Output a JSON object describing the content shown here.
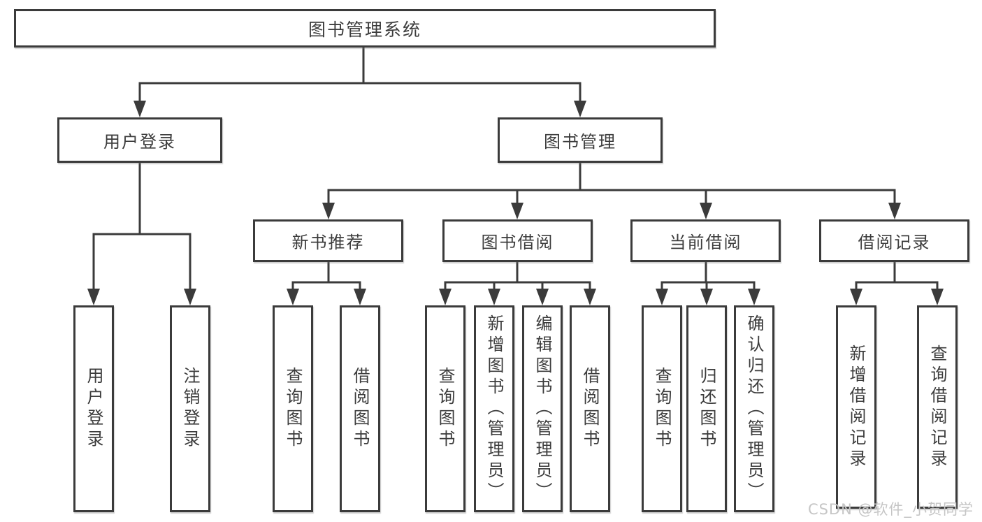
{
  "nodes": {
    "root": {
      "label": "图书管理系统"
    },
    "user_login": {
      "label": "用户登录"
    },
    "book_management": {
      "label": "图书管理"
    },
    "new_book_recommendation": {
      "label": "新书推荐"
    },
    "book_borrowing": {
      "label": "图书借阅"
    },
    "current_borrowing": {
      "label": "当前借阅"
    },
    "borrowing_records": {
      "label": "借阅记录"
    },
    "leaf_user_login": {
      "label": "用户登录"
    },
    "leaf_logout": {
      "label": "注销登录"
    },
    "nbr_query_books": {
      "label": "查询图书"
    },
    "nbr_borrow_books": {
      "label": "借阅图书"
    },
    "bb_query_books": {
      "label": "查询图书"
    },
    "bb_add_books_admin": {
      "label": "新增图书（管理员）"
    },
    "bb_edit_books_admin": {
      "label": "编辑图书（管理员）"
    },
    "bb_borrow_books": {
      "label": "借阅图书"
    },
    "cb_query_books": {
      "label": "查询图书"
    },
    "cb_return_books": {
      "label": "归还图书"
    },
    "cb_confirm_return_admin": {
      "label": "确认归还（管理员）"
    },
    "br_add_record": {
      "label": "新增借阅记录"
    },
    "br_query_record": {
      "label": "查询借阅记录"
    }
  },
  "watermark": {
    "text": "CSDN @软件_小贺同学"
  },
  "colors": {
    "line": "#3b3b3b",
    "text": "#3c3c3c",
    "box_background": "#ffffff",
    "watermark": "#c6c6c6",
    "background": "#ffffff"
  }
}
